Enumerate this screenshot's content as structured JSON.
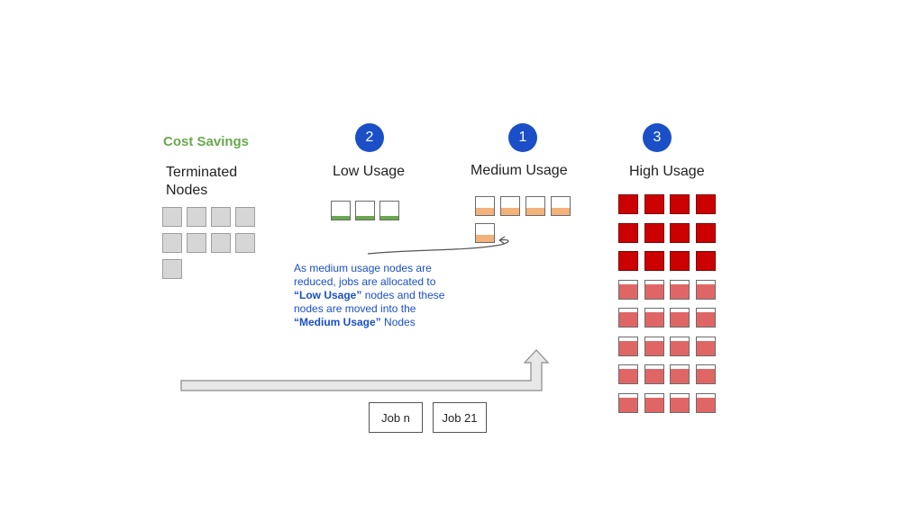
{
  "colors": {
    "accent_green": "#6aa84f",
    "badge_blue": "#1a4fc7",
    "note_blue": "#1a4fc7",
    "low_fill": "#6aa84f",
    "medium_fill": "#f2b27a",
    "high_solid": "#cc0000",
    "high_partial": "#e06666",
    "terminated": "#d6d6d6",
    "arrow_fill": "#e8e8e8"
  },
  "cost_savings": {
    "label": "Cost Savings"
  },
  "terminated": {
    "heading_line1": "Terminated",
    "heading_line2": "Nodes",
    "node_count": 9
  },
  "low_usage": {
    "badge": "2",
    "heading": "Low Usage",
    "node_count": 3,
    "fill_level": 0.2
  },
  "medium_usage": {
    "badge": "1",
    "heading": "Medium Usage",
    "node_count": 5,
    "fill_level": 0.4
  },
  "high_usage": {
    "badge": "3",
    "heading": "High Usage",
    "full_nodes": 12,
    "partial_nodes": 20,
    "partial_fill_level": 0.8
  },
  "note": {
    "part1": "As medium usage nodes are reduced, jobs are allocated to ",
    "emph1": "“Low Usage”",
    "part2": " nodes and these nodes are moved into the ",
    "emph2": "“Medium Usage”",
    "part3": " Nodes"
  },
  "jobs": [
    {
      "label": "Job n"
    },
    {
      "label": "Job 21"
    }
  ],
  "icons": {
    "flow_arrow": "up-arrow-icon",
    "return_arrow": "curved-arrow-icon"
  }
}
